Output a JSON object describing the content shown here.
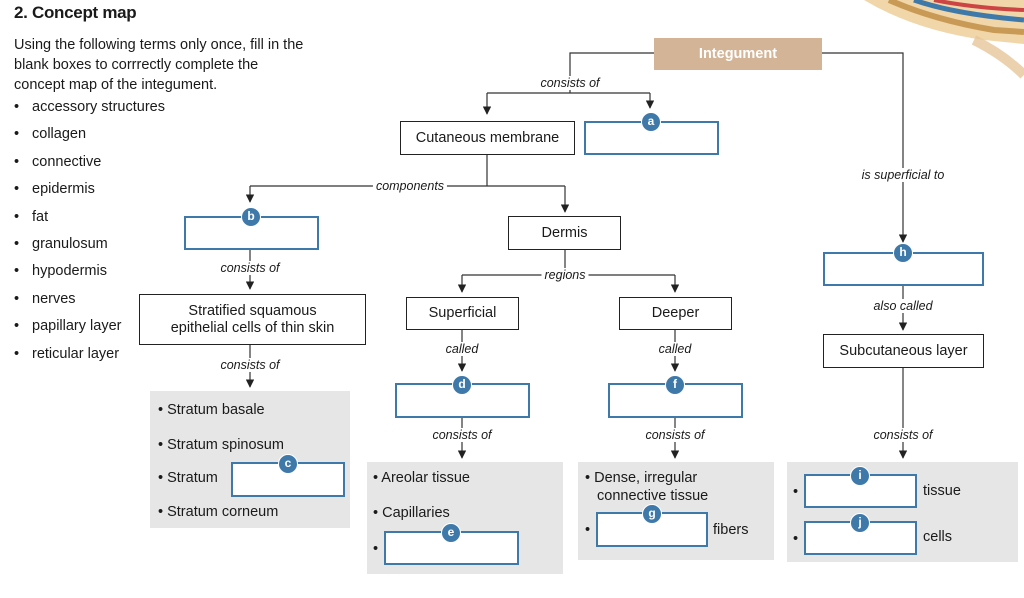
{
  "header": {
    "title": "2. Concept map",
    "instructions": "Using the following terms only once, fill in the blank boxes to corrrectly complete the concept map of the integument."
  },
  "terms": [
    "accessory structures",
    "collagen",
    "connective",
    "epidermis",
    "fat",
    "granulosum",
    "hypodermis",
    "nerves",
    "papillary layer",
    "reticular layer"
  ],
  "bullet": "•",
  "map": {
    "integument": "Integument",
    "cutaneous": "Cutaneous membrane",
    "dermis": "Dermis",
    "stratified": "Stratified squamous epithelial cells of thin skin",
    "superficial": "Superficial",
    "deeper": "Deeper",
    "subcutaneous": "Subcutaneous layer"
  },
  "links": {
    "consists_of_top": "consists of",
    "components": "components",
    "is_superficial_to": "is superficial to",
    "consists_of_b": "consists of",
    "regions": "regions",
    "also_called": "also called",
    "consists_of_strat": "consists of",
    "called_super": "called",
    "called_deeper": "called",
    "consists_of_d": "consists of",
    "consists_of_f": "consists of",
    "consists_of_sub": "consists of"
  },
  "badges": {
    "a": "a",
    "b": "b",
    "c": "c",
    "d": "d",
    "e": "e",
    "f": "f",
    "g": "g",
    "h": "h",
    "i": "i",
    "j": "j"
  },
  "panels": {
    "strata": [
      "• Stratum basale",
      "• Stratum spinosum",
      "• Stratum",
      "• Stratum corneum"
    ],
    "papillary": [
      "• Areolar tissue",
      "• Capillaries"
    ],
    "reticular_1": "• Dense, irregular",
    "reticular_2": "connective tissue",
    "reticular_suffix": "fibers",
    "hypo_tissue": "tissue",
    "hypo_cells": "cells"
  },
  "colors": {
    "accent": "#3f79a9",
    "integument": "#d3b496",
    "panel": "#e6e6e6"
  }
}
